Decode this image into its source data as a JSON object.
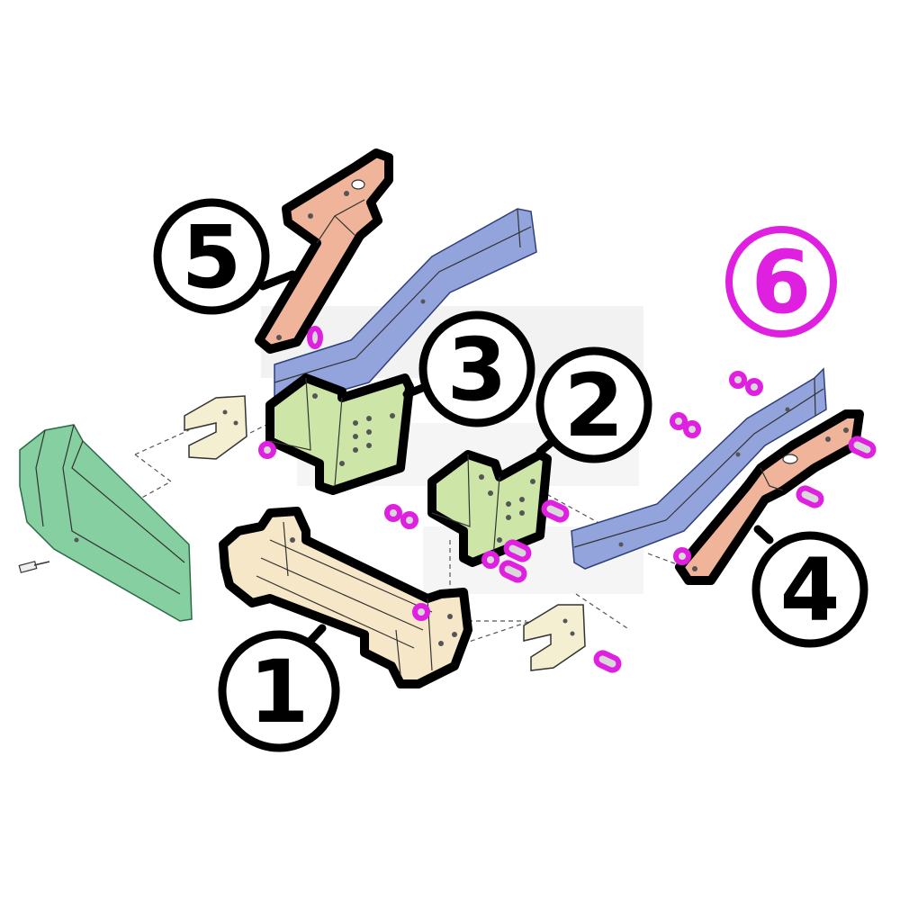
{
  "callouts": [
    {
      "label": "1"
    },
    {
      "label": "2"
    },
    {
      "label": "3"
    },
    {
      "label": "4"
    },
    {
      "label": "5"
    },
    {
      "label": "6"
    }
  ],
  "colors": {
    "outline": "#000000",
    "highlight": "#e020e0",
    "bumper": "#86cfa0",
    "frame_rail": "#93a3dc",
    "tow_frame": "#f6e7c8",
    "side_bracket": "#cde6a8",
    "upper_bracket": "#f0b49a"
  }
}
